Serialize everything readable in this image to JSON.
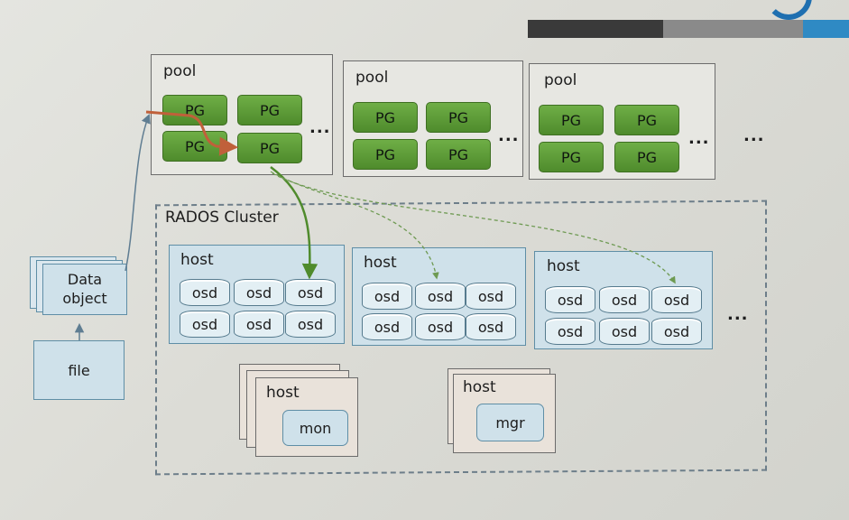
{
  "pools": [
    {
      "label": "pool",
      "pgs": [
        "PG",
        "PG",
        "PG",
        "PG"
      ],
      "more": "..."
    },
    {
      "label": "pool",
      "pgs": [
        "PG",
        "PG",
        "PG",
        "PG"
      ],
      "more": "..."
    },
    {
      "label": "pool",
      "pgs": [
        "PG",
        "PG",
        "PG",
        "PG"
      ],
      "more": "..."
    }
  ],
  "pools_more": "...",
  "cluster": {
    "label": "RADOS Cluster",
    "osd_hosts": [
      {
        "label": "host",
        "osds": [
          "osd",
          "osd",
          "osd",
          "osd",
          "osd",
          "osd"
        ]
      },
      {
        "label": "host",
        "osds": [
          "osd",
          "osd",
          "osd",
          "osd",
          "osd",
          "osd"
        ]
      },
      {
        "label": "host",
        "osds": [
          "osd",
          "osd",
          "osd",
          "osd",
          "osd",
          "osd"
        ]
      }
    ],
    "hosts_more": "...",
    "mon_host": {
      "label": "host",
      "service": "mon"
    },
    "mgr_host": {
      "label": "host",
      "service": "mgr"
    }
  },
  "data_object": {
    "line1": "Data",
    "line2": "object"
  },
  "file": {
    "label": "file"
  },
  "colors": {
    "pg_green": "#5a9a35",
    "host_blue": "#cfe1ea",
    "mapping_arrow": "#c0603a",
    "osd_arrow": "#4f8b2c"
  }
}
